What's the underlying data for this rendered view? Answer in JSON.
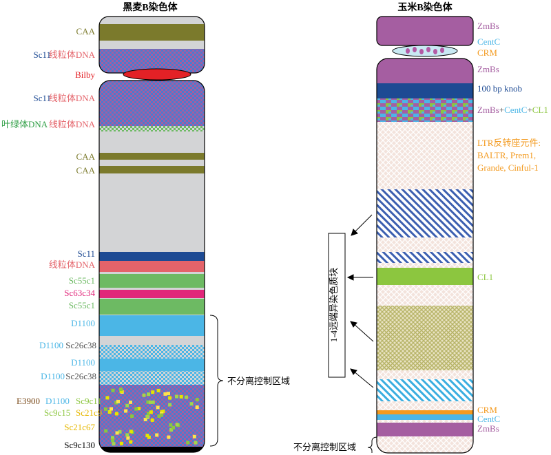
{
  "titles": {
    "rye": "黑麦B染色体",
    "maize": "玉米B染色体"
  },
  "colors": {
    "olive": "#7b7a2c",
    "grey": "#d3d4d6",
    "navy": "#1d4a93",
    "salmon": "#e4636a",
    "green": "#6dba63",
    "magenta": "#e1267a",
    "sky": "#4bb6e6",
    "purple": "#a55ea1",
    "lime": "#8cc63f",
    "red": "#e32126",
    "orange": "#f39a1f",
    "darkgreen": "#2e9e44",
    "black": "#000000",
    "brown": "#7a4a1a"
  },
  "rye": {
    "labels": {
      "caa1": "CAA",
      "sc11_a": "Sc11",
      "mito_a": "线粒体DNA",
      "bilby": "Bilby",
      "sc11_b": "Sc11",
      "mito_b": "线粒体DNA",
      "chloro": "叶绿体DNA",
      "mito_c": "线粒体DNA",
      "caa2": "CAA",
      "caa3": "CAA",
      "sc11_c": "Sc11",
      "mito_d": "线粒体DNA",
      "sc55c1_a": "Sc55c1",
      "sc63c34": "Sc63c34",
      "sc55c1_b": "Sc55c1",
      "d1100_a": "D1100",
      "d1100_b": "D1100",
      "sc26c38_a": "Sc26c38",
      "d1100_c": "D1100",
      "d1100_d": "D1100",
      "sc26c38_b": "Sc26c38",
      "e3900": "E3900",
      "d1100_e": "D1100",
      "sc9c11": "Sc9c11",
      "sc9c15": "Sc9c15",
      "sc21c9": "Sc21c9",
      "sc21c67": "Sc21c67",
      "sc9c130": "Sc9c130"
    },
    "ndcr": "不分离控制区域"
  },
  "maize": {
    "labels": {
      "zmbs_a": "ZmBs",
      "centc_a": "CentC",
      "crm_a": "CRM",
      "zmbs_b": "ZmBs",
      "knob": "100 bp knob",
      "combo_zmbs": "ZmBs",
      "combo_plus1": "+",
      "combo_centc": "CentC",
      "combo_plus2": "+",
      "combo_cl1": "CL1",
      "ltr1": "LTR反转座元件:",
      "ltr2": "BALTR, Prem1,",
      "ltr3": "Grande, Cinful-1",
      "cl1": "CL1",
      "crm_b": "CRM",
      "centc_b": "CentC",
      "zmbs_c": "ZmBs"
    },
    "heterochromatin": "1-4远端异染色质块",
    "ndcr": "不分离控制区域"
  }
}
